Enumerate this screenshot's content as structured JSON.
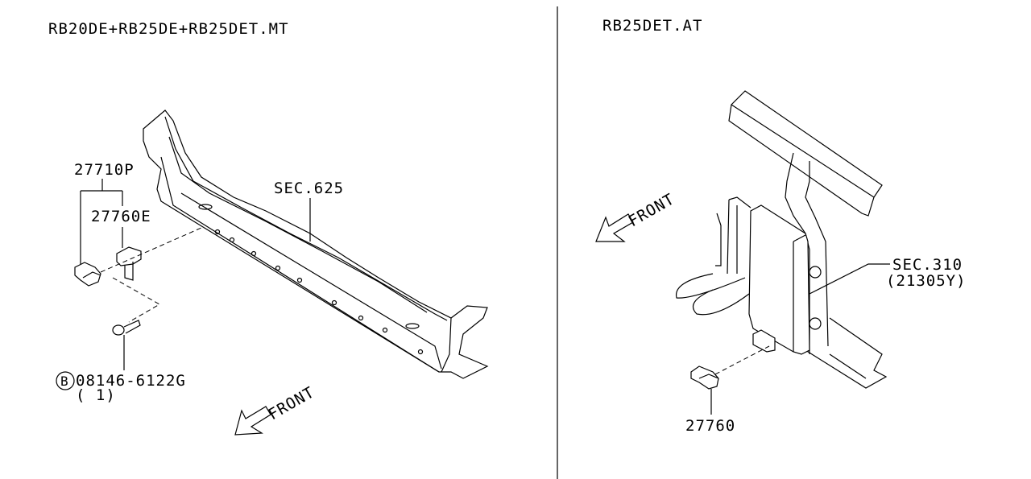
{
  "left_panel": {
    "title": "RB20DE+RB25DE+RB25DET.MT",
    "labels": {
      "part_27710p": "27710P",
      "part_27760e": "27760E",
      "sec_625": "SEC.625",
      "bolt_symbol": "B",
      "bolt_part": "08146-6122G",
      "bolt_qty": "( 1)",
      "front": "FRONT"
    }
  },
  "right_panel": {
    "title": "RB25DET.AT",
    "labels": {
      "front": "FRONT",
      "sec_310": "SEC.310",
      "sec_310_sub": "(21305Y)",
      "part_27760": "27760"
    }
  }
}
